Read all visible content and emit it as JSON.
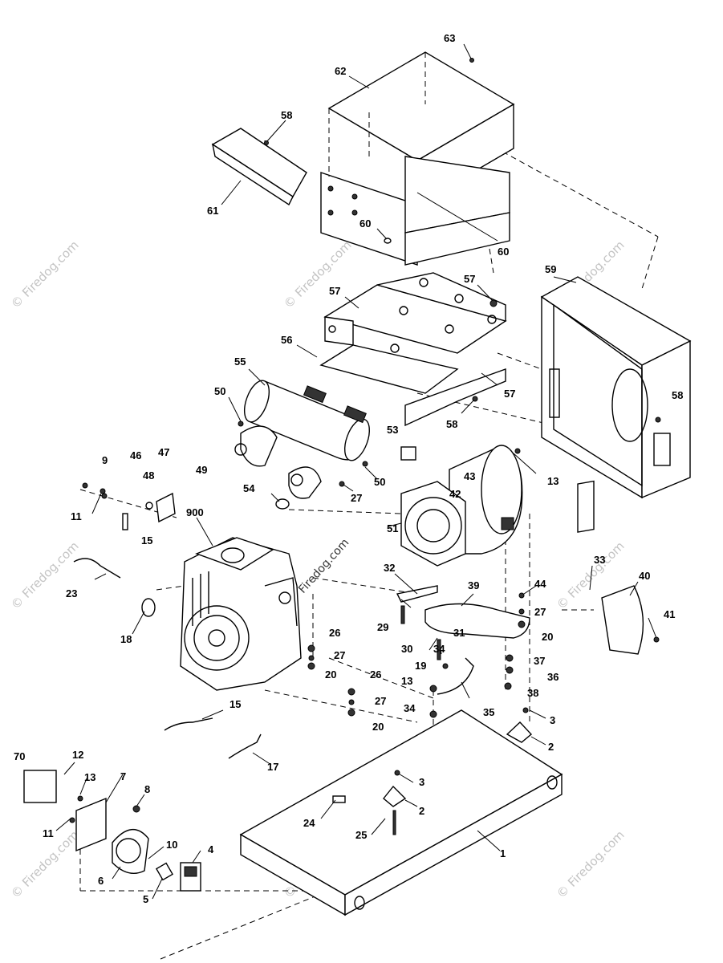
{
  "watermark": {
    "text": "© Firedog.com",
    "center_text": "Firedog.com"
  },
  "callouts": [
    "63",
    "62",
    "58",
    "61",
    "60",
    "60",
    "59",
    "57",
    "57",
    "56",
    "55",
    "57",
    "58",
    "50",
    "53",
    "13",
    "9",
    "46",
    "47",
    "48",
    "49",
    "11",
    "15",
    "54",
    "27",
    "50",
    "900",
    "51",
    "42",
    "43",
    "23",
    "18",
    "32",
    "44",
    "27",
    "33",
    "40",
    "41",
    "39",
    "29",
    "30",
    "31",
    "20",
    "26",
    "27",
    "20",
    "34",
    "19",
    "37",
    "36",
    "13",
    "26",
    "27",
    "38",
    "20",
    "35",
    "34",
    "3",
    "15",
    "2",
    "17",
    "70",
    "12",
    "13",
    "7",
    "8",
    "11",
    "3",
    "24",
    "2",
    "25",
    "1",
    "6",
    "10",
    "4",
    "5",
    "58"
  ]
}
